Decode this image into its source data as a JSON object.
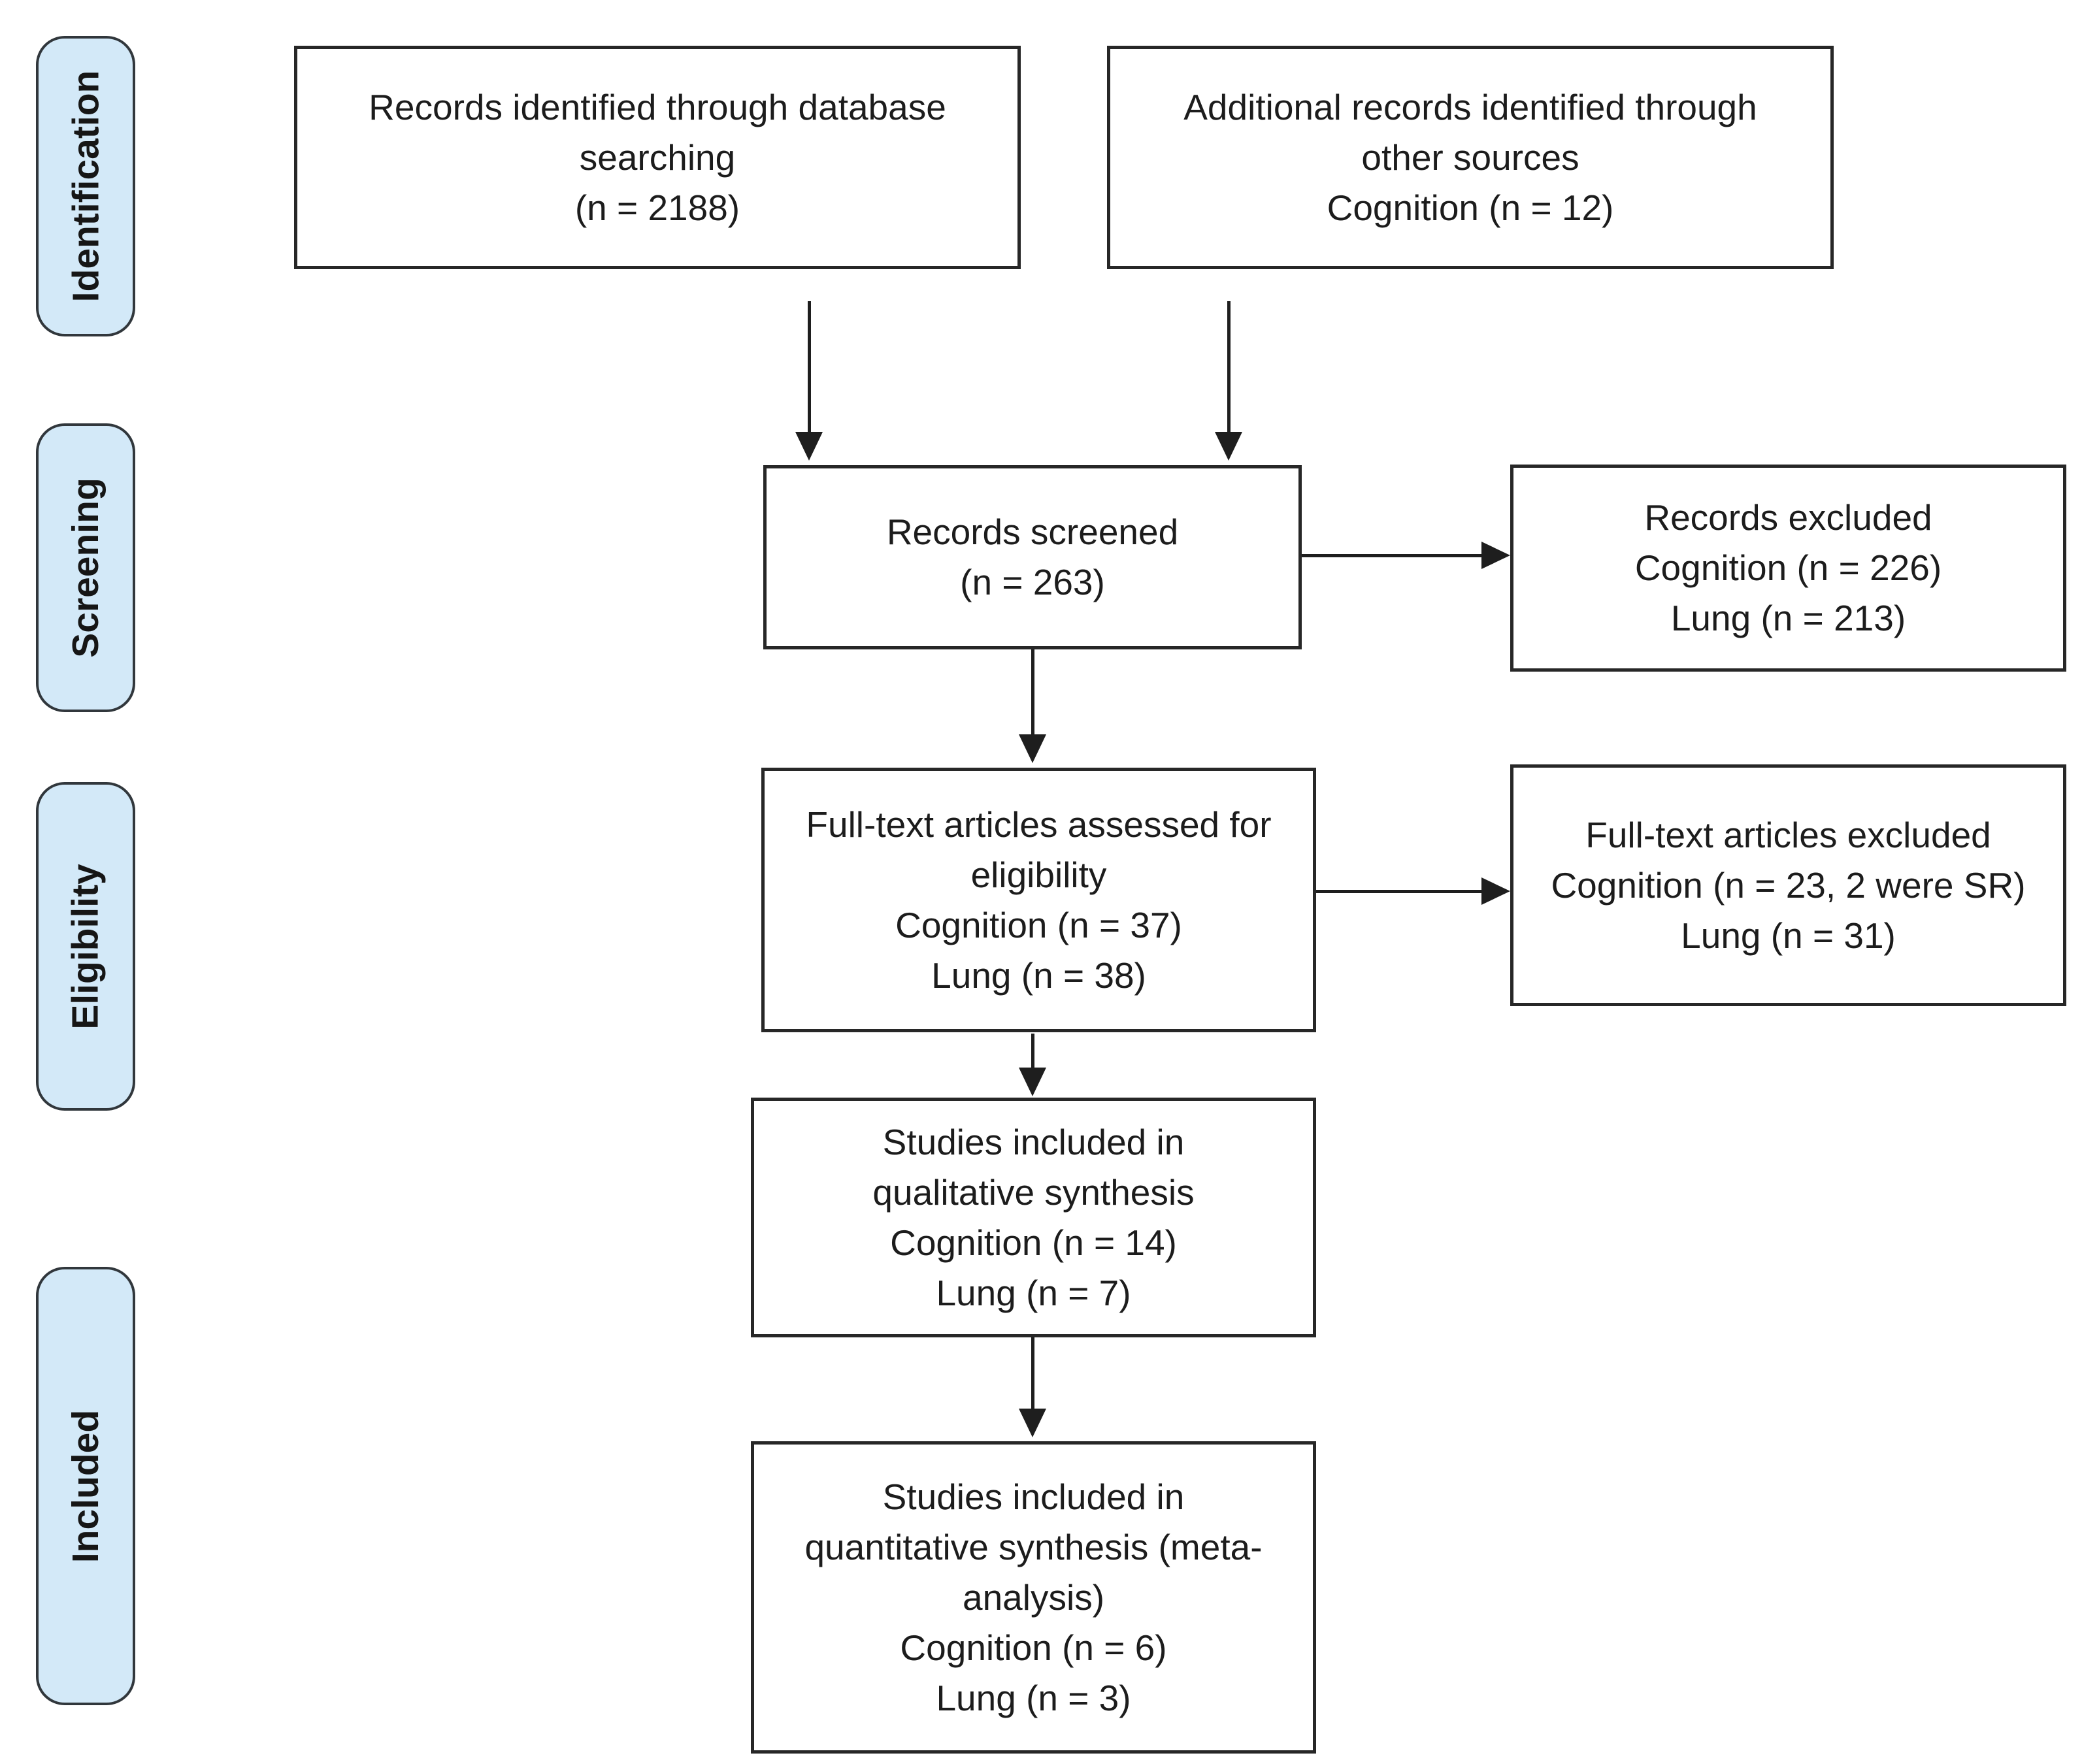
{
  "diagram": {
    "stages": [
      {
        "id": "identification",
        "label": "Identification"
      },
      {
        "id": "screening",
        "label": "Screening"
      },
      {
        "id": "eligibility",
        "label": "Eligibility"
      },
      {
        "id": "included",
        "label": "Included"
      }
    ],
    "boxes": {
      "identified": {
        "lines": [
          "Records identified through database",
          "searching",
          "(n = 2188)"
        ]
      },
      "additional": {
        "lines": [
          "Additional records identified through",
          "other sources",
          "Cognition (n = 12)"
        ]
      },
      "screened": {
        "lines": [
          "Records screened",
          "(n = 263)"
        ]
      },
      "records_excluded": {
        "lines": [
          "Records excluded",
          "Cognition (n = 226)",
          "Lung (n = 213)"
        ]
      },
      "fulltext": {
        "lines": [
          "Full-text articles assessed for",
          "eligibility",
          "Cognition (n = 37)",
          "Lung (n = 38)"
        ]
      },
      "fulltext_excluded": {
        "lines": [
          "Full-text articles excluded",
          "Cognition (n = 23, 2 were SR)",
          "Lung (n = 31)"
        ]
      },
      "qualitative": {
        "lines": [
          "Studies included in",
          "qualitative synthesis",
          "Cognition (n = 14)",
          "Lung (n = 7)"
        ]
      },
      "quantitative": {
        "lines": [
          "Studies included in",
          "quantitative synthesis (meta-",
          "analysis)",
          "Cognition (n = 6)",
          "Lung (n = 3)"
        ]
      }
    },
    "edges": [
      {
        "from": "identified",
        "to": "screened"
      },
      {
        "from": "additional",
        "to": "screened"
      },
      {
        "from": "screened",
        "to": "records_excluded"
      },
      {
        "from": "screened",
        "to": "fulltext"
      },
      {
        "from": "fulltext",
        "to": "fulltext_excluded"
      },
      {
        "from": "fulltext",
        "to": "qualitative"
      },
      {
        "from": "qualitative",
        "to": "quantitative"
      }
    ],
    "colors": {
      "stage_fill": "#d3e9f8",
      "stage_border": "#31373c",
      "box_border": "#272727",
      "arrow": "#1e1e1e",
      "text": "#1c1c1c",
      "background": "#ffffff"
    }
  }
}
